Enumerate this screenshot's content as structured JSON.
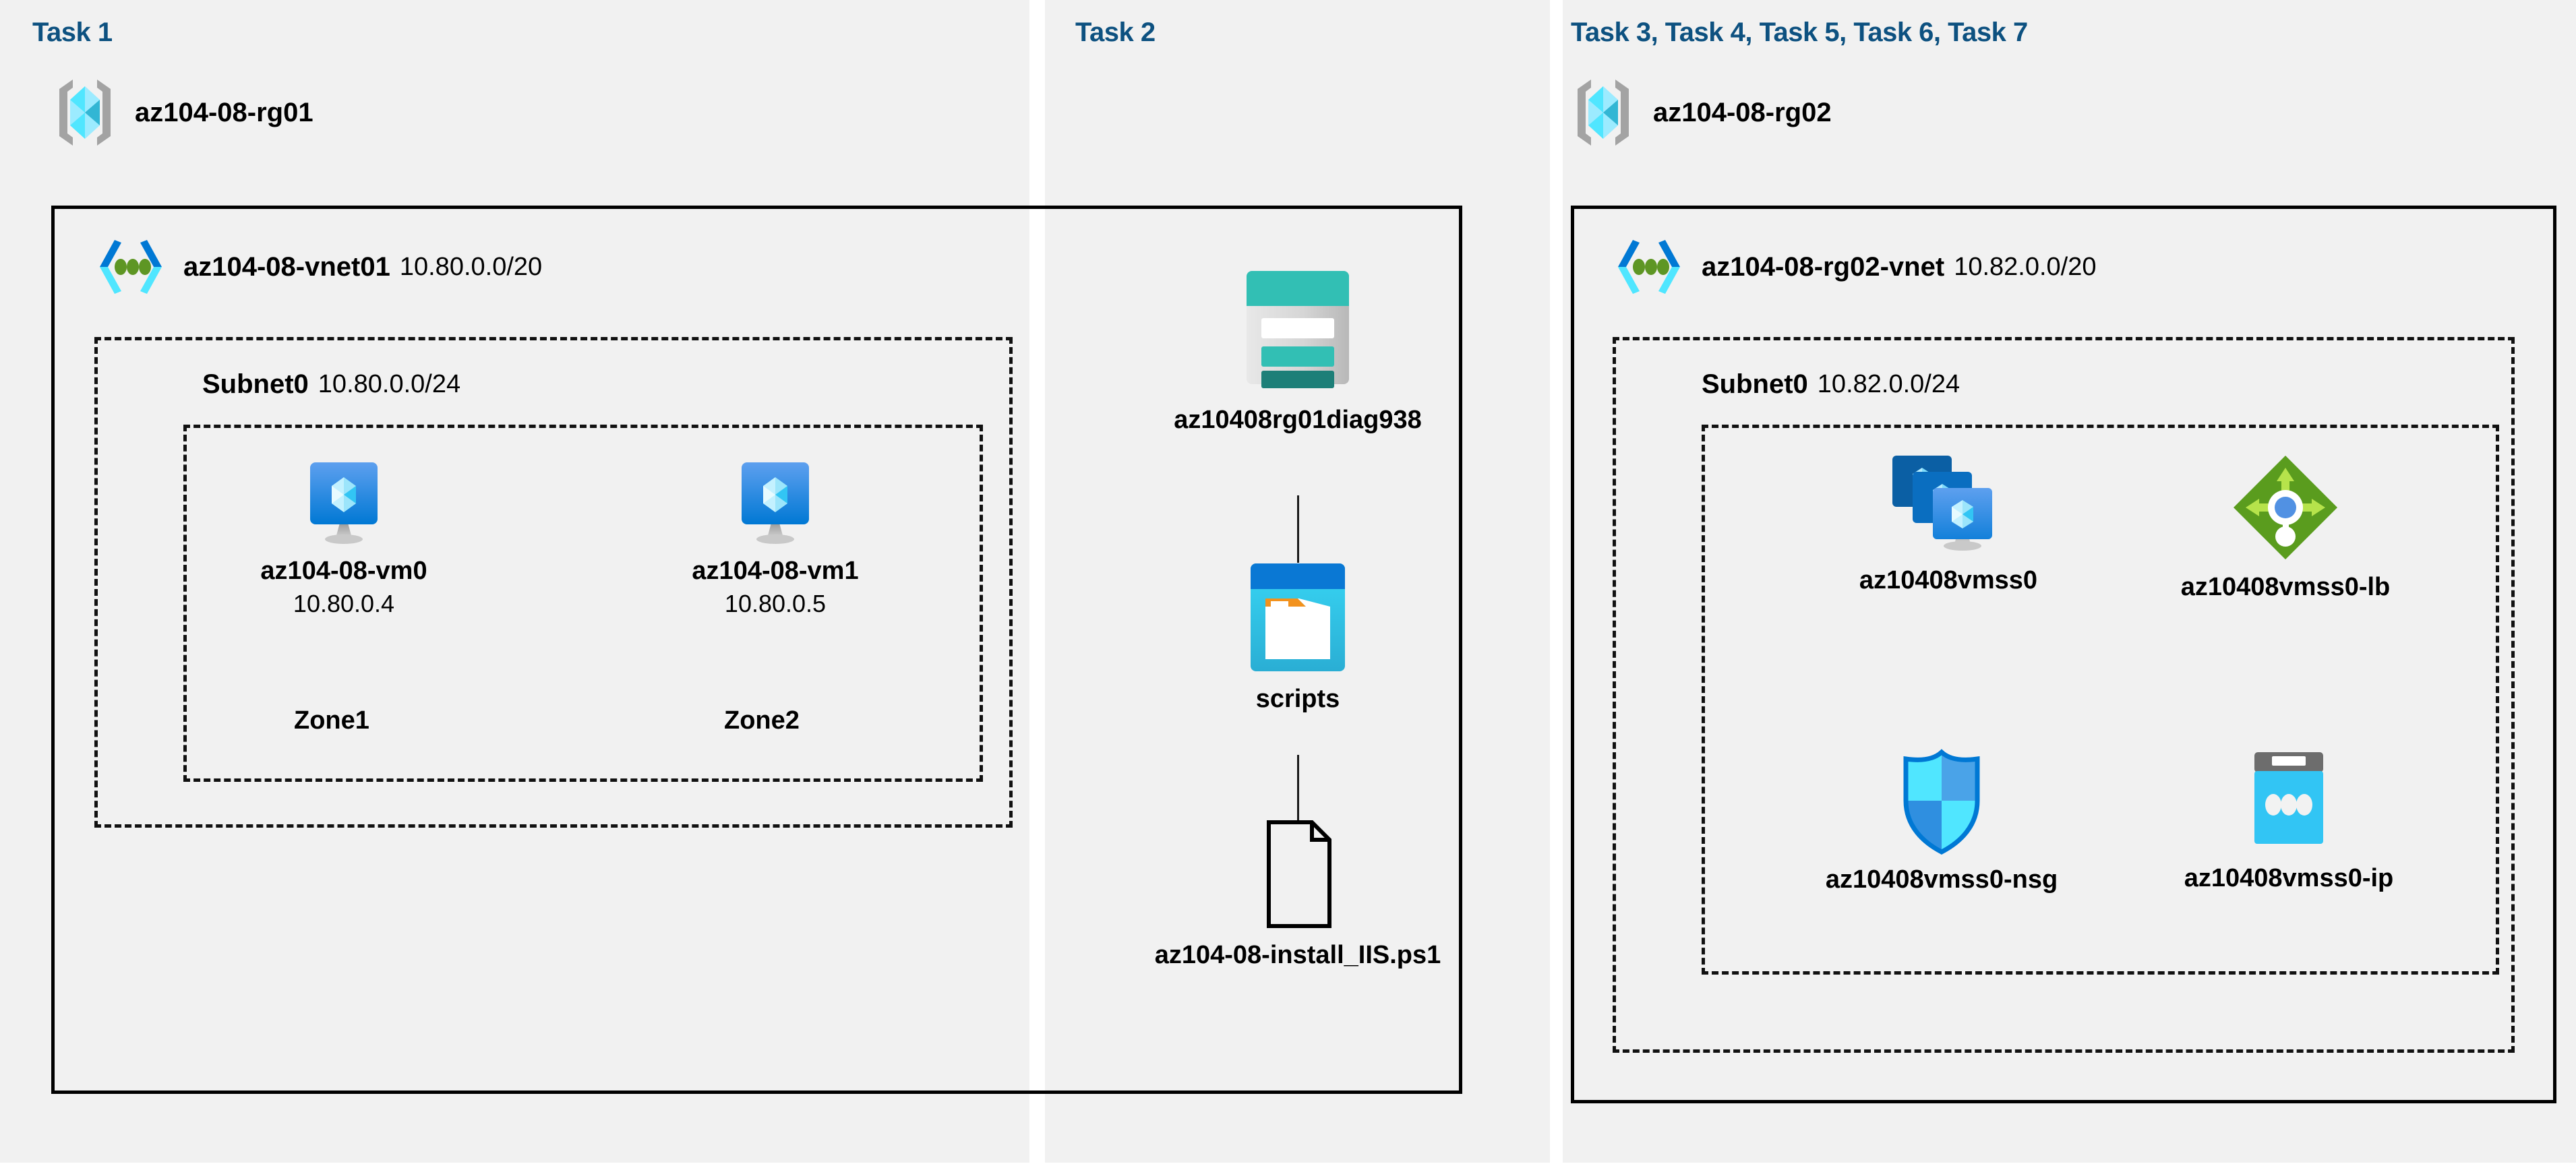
{
  "sections": [
    {
      "id": "task1",
      "title": "Task 1",
      "resource_group": {
        "name": "az104-08-rg01",
        "icon": "resource-group-icon"
      },
      "vnet": {
        "name": "az104-08-vnet01",
        "cidr": "10.80.0.0/20",
        "icon": "virtual-network-icon"
      },
      "subnet": {
        "name": "Subnet0",
        "cidr": "10.80.0.0/24"
      },
      "vms": [
        {
          "name": "az104-08-vm0",
          "ip": "10.80.0.4",
          "zone": "Zone1",
          "icon": "virtual-machine-icon"
        },
        {
          "name": "az104-08-vm1",
          "ip": "10.80.0.5",
          "zone": "Zone2",
          "icon": "virtual-machine-icon"
        }
      ]
    },
    {
      "id": "task2",
      "title": "Task 2",
      "items": [
        {
          "name": "az10408rg01diag938",
          "icon": "storage-account-icon"
        },
        {
          "name": "scripts",
          "icon": "blob-container-icon"
        },
        {
          "name": "az104-08-install_IIS.ps1",
          "icon": "file-document-icon"
        }
      ]
    },
    {
      "id": "task3to7",
      "title": "Task 3, Task 4, Task 5, Task 6, Task 7",
      "resource_group": {
        "name": "az104-08-rg02",
        "icon": "resource-group-icon"
      },
      "vnet": {
        "name": "az104-08-rg02-vnet",
        "cidr": "10.82.0.0/20",
        "icon": "virtual-network-icon"
      },
      "subnet": {
        "name": "Subnet0",
        "cidr": "10.82.0.0/24"
      },
      "resources": [
        {
          "name": "az10408vmss0",
          "icon": "vm-scale-set-icon"
        },
        {
          "name": "az10408vmss0-lb",
          "icon": "load-balancer-icon"
        },
        {
          "name": "az10408vmss0-nsg",
          "icon": "network-security-group-icon"
        },
        {
          "name": "az10408vmss0-ip",
          "icon": "public-ip-address-icon"
        }
      ]
    }
  ],
  "colors": {
    "task_title": "#0d5180",
    "panel_background": "#f1f1f1",
    "page_background": "#ffffff",
    "border": "#000000",
    "azure_blue": "#0078d4",
    "azure_cyan": "#50e6ff",
    "storage_teal": "#32bfb4",
    "lb_green": "#7ab929",
    "nsg_blue": "#0078d4",
    "vnet_green_dot": "#5e9624"
  }
}
